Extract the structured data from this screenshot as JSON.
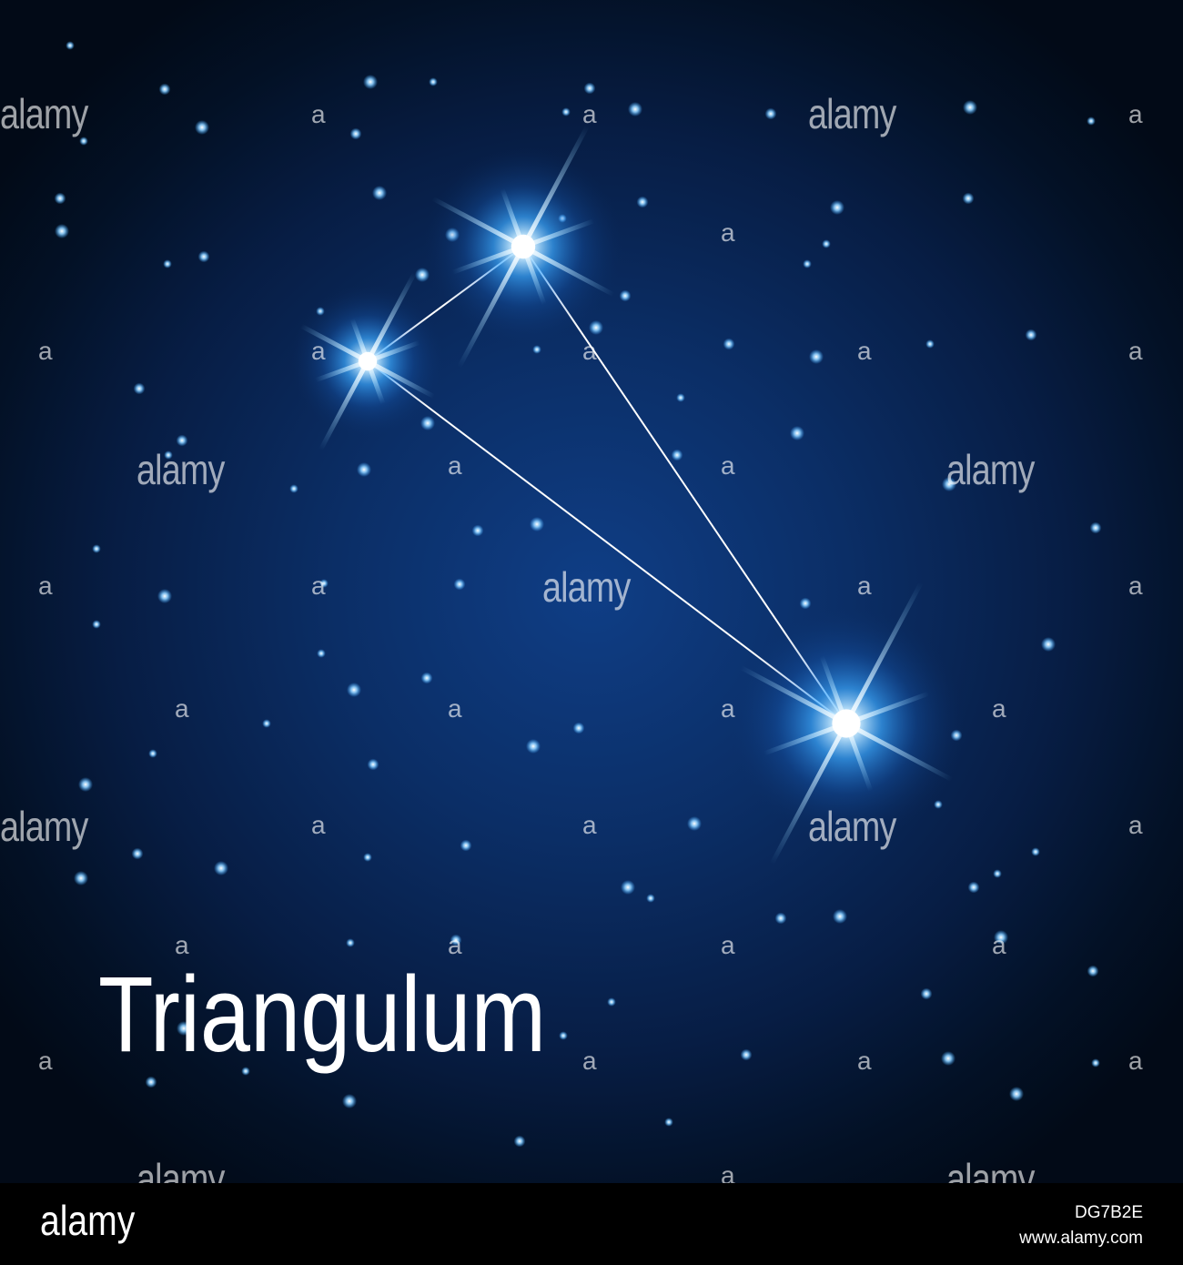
{
  "title": "Triangulum",
  "watermark_text": "alamy",
  "watermark_glyph": "a",
  "footer": {
    "logo": "alamy",
    "image_id": "DG7B2E",
    "url": "www.alamy.com"
  },
  "colors": {
    "sky_center": "#0f3e86",
    "sky_edge": "#020a17",
    "star_glow": "#3ba8ff",
    "title_text": "#ffffff",
    "footer_bg": "#000000"
  },
  "icons": [
    "bright-star-icon",
    "small-star-icon"
  ]
}
